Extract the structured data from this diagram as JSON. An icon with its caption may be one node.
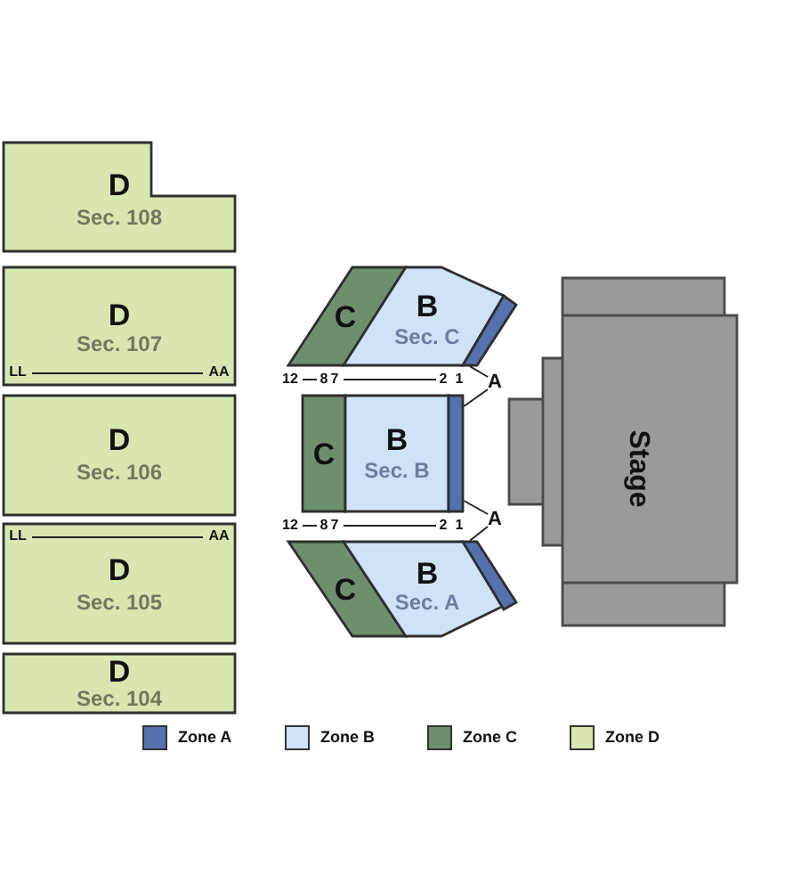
{
  "diagram": {
    "nodes": [
      {
        "text": [
          "D",
          "Sec. 108"
        ]
      },
      {
        "text": [
          "C"
        ]
      },
      {
        "text": [
          "B",
          "Sec. C"
        ]
      },
      {
        "text": [],
        "shape": "bar"
      },
      {
        "text": [
          "D",
          "Sec. 107",
          "LL",
          "AA"
        ]
      },
      {
        "text": [
          "A"
        ]
      },
      {
        "text": [
          "D",
          "Sec. 106"
        ]
      },
      {
        "text": [
          "C"
        ]
      },
      {
        "text": [
          "B",
          "Sec. B"
        ]
      },
      {
        "text": [],
        "shape": "bar"
      },
      {
        "text": [
          "Stage"
        ]
      },
      {
        "text": [
          "A"
        ]
      },
      {
        "text": [
          "LL",
          "AA",
          "D",
          "Sec. 105"
        ]
      },
      {
        "text": [
          "C"
        ]
      },
      {
        "text": [
          "B",
          "Sec. A"
        ]
      },
      {
        "text": [],
        "shape": "bar"
      },
      {
        "text": [
          "D",
          "Sec. 104"
        ]
      }
    ],
    "edges": [
      {
        "from": 5,
        "to": 3,
        "arrow": "none"
      },
      {
        "from": 5,
        "to": 9,
        "arrow": "none"
      },
      {
        "from": 11,
        "to": 9,
        "arrow": "none"
      },
      {
        "from": 11,
        "to": 15,
        "arrow": "none"
      }
    ],
    "labels": [
      "12",
      "8",
      "7",
      "2",
      "1",
      "12",
      "8",
      "7",
      "2",
      "1"
    ],
    "legend": [
      {
        "text": "Zone A",
        "color": "#5572ae"
      },
      {
        "text": "Zone B",
        "color": "#cfe3f8"
      },
      {
        "text": "Zone C",
        "color": "#6e8f6e"
      },
      {
        "text": "Zone D",
        "color": "#d8e7b1"
      }
    ]
  }
}
